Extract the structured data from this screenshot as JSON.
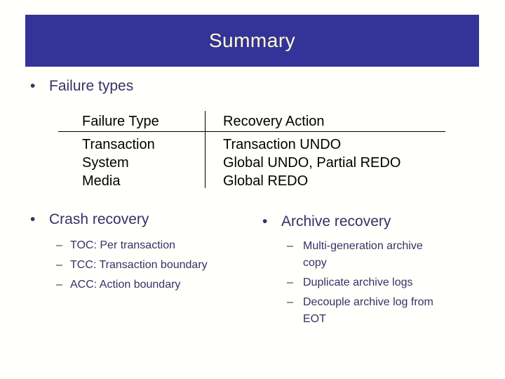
{
  "slide": {
    "title": "Summary"
  },
  "colors": {
    "title_bar_bg": "#333399",
    "title_text": "#FFFFCC",
    "body_text": "#333366",
    "table_text": "#000000",
    "rule": "#000000",
    "background": "#FFFFFB"
  },
  "markers": {
    "bullet": "•",
    "dash": "–"
  },
  "sections": {
    "failure_types": {
      "label": "Failure types"
    },
    "crash": {
      "label": "Crash recovery",
      "items": [
        "TOC: Per transaction",
        "TCC: Transaction boundary",
        "ACC: Action boundary"
      ]
    },
    "archive": {
      "label": "Archive recovery",
      "items": [
        "Multi-generation archive copy",
        "Duplicate archive logs",
        "Decouple archive log from EOT"
      ]
    }
  },
  "table": {
    "headers": [
      "Failure Type",
      "Recovery Action"
    ],
    "rows": [
      [
        "Transaction",
        "Transaction UNDO"
      ],
      [
        "System",
        "Global UNDO, Partial REDO"
      ],
      [
        "Media",
        "Global REDO"
      ]
    ]
  }
}
